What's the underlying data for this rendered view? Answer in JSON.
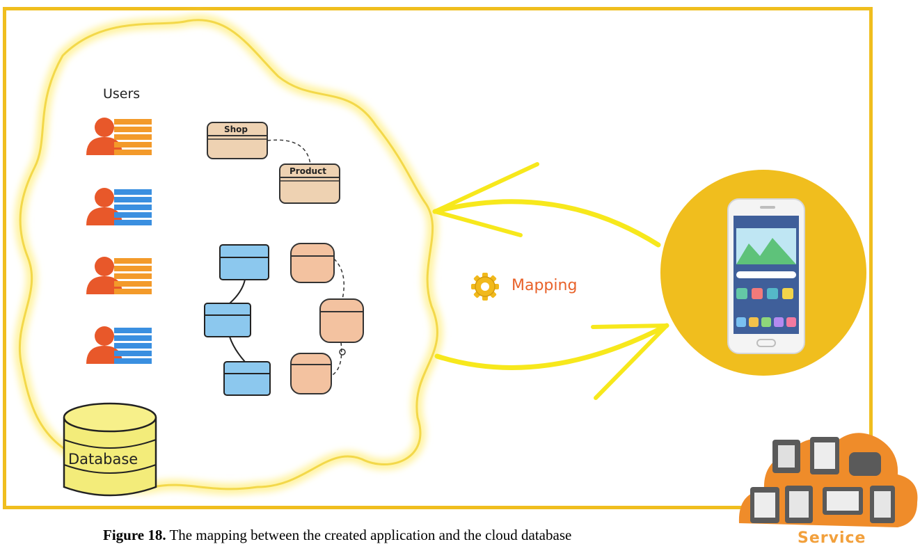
{
  "labels": {
    "users": "Users",
    "mapping": "Mapping",
    "database": "Database",
    "service": "Service",
    "entity_shop": "Shop",
    "entity_product": "Product"
  },
  "caption": {
    "figure_label": "Figure 18.",
    "text": " The mapping between the created application and the cloud database"
  },
  "colors": {
    "frame": "#f0be1e",
    "cloud_glow": "#fff3a0",
    "arrow": "#f7e81c",
    "user_head": "#e8582a",
    "user_bar_orange": "#f39a2a",
    "user_bar_blue": "#3a8fe0",
    "entity_tan": "#eed2b2",
    "entity_blue": "#8cc8ee",
    "entity_peach": "#f3c2a0",
    "circle": "#f0be1e",
    "phone_screen": "#3f5f9a",
    "mapping_text": "#e8622a",
    "service_orange": "#f2a03c"
  },
  "icons": [
    "user-icon",
    "gear-icon",
    "database-icon",
    "phone-icon",
    "cloud-service-icon"
  ]
}
